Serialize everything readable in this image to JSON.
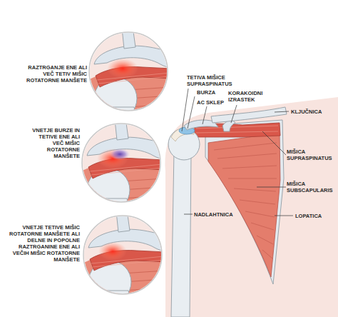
{
  "diagram": {
    "labels": [
      "RAZTRGANJE ENE ALI VEČ TETIV MIŠIC ROTATORNE MANŠETE",
      "VNETJE BURZE IN TETIVE ENE ALI VEČ MIŠIC ROTATORNE MANŠETE",
      "VNETJE TETIVE MIŠIC ROTATORNE MANŠETE ALI DELNE IN POPOLNE RAZTRGANINE ENE ALI VEČIH MIŠIC ROTATORNE MANŠETE",
      "TETIVA MIŠICE SUPRASPINATUS",
      "BURZA",
      "AC SKLEP",
      "KORAKOIDNI IZRASTEK",
      "KLJUČNICA",
      "MIŠICA SUPRASPINATUS",
      "MIŠICA SUBSCAPULARIS",
      "NADLAHTNICA",
      "LOPATICA"
    ]
  }
}
